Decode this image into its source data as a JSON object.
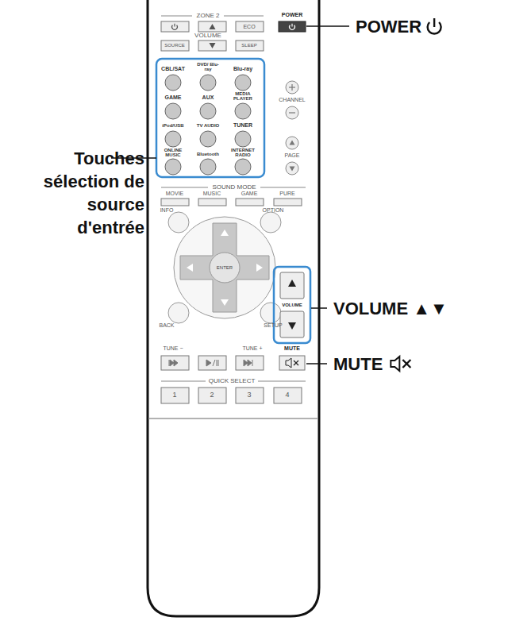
{
  "diagram": {
    "labels": [
      "ZONE 2",
      "POWER",
      "ECO",
      "VOLUME",
      "SOURCE",
      "SLEEP",
      "CBL/SAT",
      "DVD/ Blu-ray",
      "Blu-ray",
      "GAME",
      "AUX",
      "MEDIA PLAYER",
      "iPod/USB",
      "TV AUDIO",
      "TUNER",
      "ONLINE MUSIC",
      "Bluetooth",
      "INTERNET RADIO",
      "CHANNEL",
      "PAGE",
      "SOUND MODE",
      "MOVIE",
      "MUSIC",
      "GAME",
      "PURE",
      "INFO",
      "OPTION",
      "ENTER",
      "VOLUME",
      "BACK",
      "SETUP",
      "TUNE −",
      "TUNE +",
      "MUTE",
      "QUICK SELECT",
      "1",
      "2",
      "3",
      "4",
      "POWER",
      "Touches sélection de source d'entrée",
      "VOLUME ▲▼",
      "MUTE"
    ]
  }
}
